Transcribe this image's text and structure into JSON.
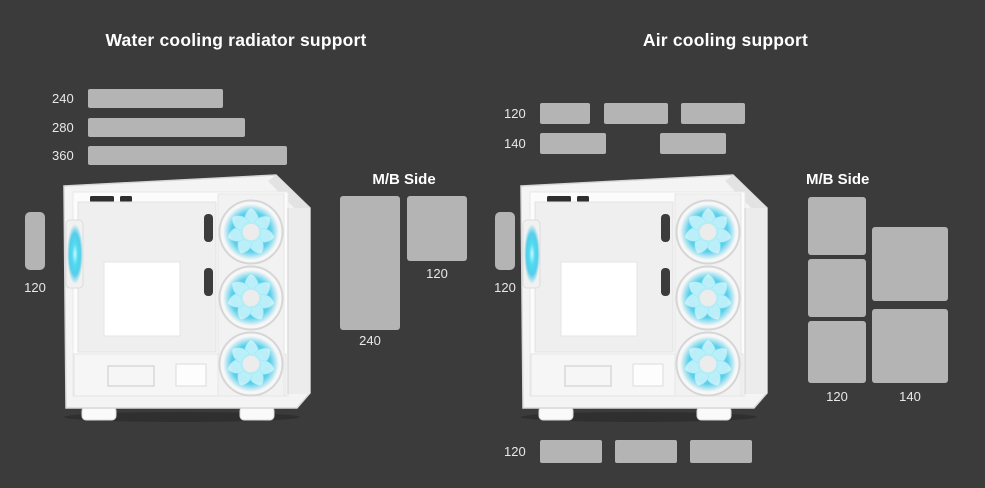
{
  "colors": {
    "background": "#3b3b3b",
    "bar": "#b4b4b4",
    "label": "#e8e8e8",
    "title": "#ffffff"
  },
  "water": {
    "title": "Water cooling radiator support",
    "radiators": [
      {
        "size": "240"
      },
      {
        "size": "280"
      },
      {
        "size": "360"
      }
    ],
    "rear_fan_size": "120",
    "mb_side": {
      "title": "M/B Side",
      "radiator_240": "240",
      "radiator_120": "120"
    }
  },
  "air": {
    "title": "Air cooling support",
    "top_rows": [
      {
        "size": "120",
        "slots": 3
      },
      {
        "size": "140",
        "slots": 2
      }
    ],
    "rear_fan_size": "120",
    "mb_side": {
      "title": "M/B Side",
      "col_120": "120",
      "col_140": "140"
    },
    "bottom_row": {
      "size": "120",
      "slots": 3
    }
  }
}
